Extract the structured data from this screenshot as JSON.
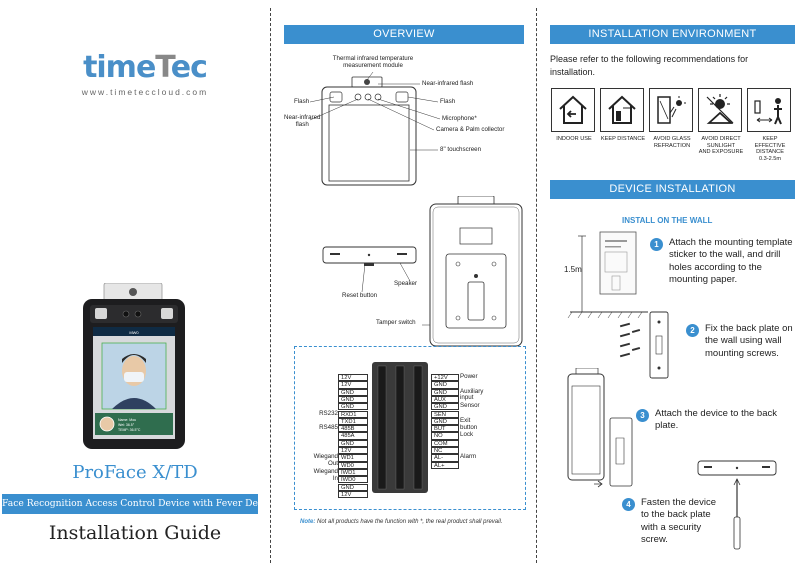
{
  "brand": {
    "logo_part1": "time",
    "logo_part2": "T",
    "logo_part3": "ec",
    "url": "www.timeteccloud.com"
  },
  "cover": {
    "product_name": "ProFace X/TD",
    "subtitle": "Face Recognition Access Control Device with Fever Detection",
    "guide_title": "Installation Guide",
    "screen_id": "MW0",
    "screen_name": "Name: Mou",
    "screen_temp": "Wei: 36.5°",
    "screen_time": "TEMP: 36.5°C"
  },
  "overview": {
    "header": "OVERVIEW",
    "labels": {
      "thermal": "Thermal infrared temperature\nmeasurement module",
      "nir_top": "Near-infrared flash",
      "flash_left": "Flash",
      "flash_right": "Flash",
      "nir_left": "Near-infrared\nflash",
      "microphone": "Microphone*",
      "camera": "Camera & Palm collector",
      "touchscreen": "8\" touchscreen",
      "speaker": "Speaker",
      "reset": "Reset button",
      "tamper": "Tamper switch"
    },
    "left_pins": [
      "12V",
      "12V",
      "GND",
      "GND",
      "GND",
      "RXD1",
      "TXD1",
      "485B",
      "485A",
      "GND",
      "12V",
      "WD1",
      "WD0",
      "IWD1",
      "IWD0",
      "GND",
      "12V"
    ],
    "left_groups": [
      {
        "label": "RS232",
        "row": 5
      },
      {
        "label": "RS485",
        "row": 7
      },
      {
        "label": "Wiegand\nOut",
        "row": 11
      },
      {
        "label": "Wiegand\nIn",
        "row": 13
      }
    ],
    "right_pins": [
      "+12V",
      "GND",
      "GND",
      "AUX",
      "GND",
      "SEN",
      "GND",
      "BUT",
      "NO",
      "COM",
      "NC",
      "AL-",
      "AL+"
    ],
    "right_groups": [
      {
        "label": "Power",
        "row": 0
      },
      {
        "label": "Auxiliary\ninput",
        "row": 2
      },
      {
        "label": "Sensor",
        "row": 4
      },
      {
        "label": "Exit\nbutton",
        "row": 6
      },
      {
        "label": "Lock",
        "row": 8
      },
      {
        "label": "Alarm",
        "row": 11
      }
    ],
    "note_label": "Note:",
    "note_text": "Not all products have the function with *, the real product shall prevail."
  },
  "environment": {
    "header": "INSTALLATION ENVIRONMENT",
    "intro": "Please refer to the following recommendations for installation.",
    "items": [
      {
        "icon": "indoor-use-icon",
        "caption": "INDOOR USE"
      },
      {
        "icon": "keep-distance-icon",
        "caption": "KEEP DISTANCE"
      },
      {
        "icon": "avoid-glass-icon",
        "caption": "AVOID GLASS\nREFRACTION"
      },
      {
        "icon": "avoid-sunlight-icon",
        "caption": "AVOID DIRECT\nSUNLIGHT\nAND EXPOSURE"
      },
      {
        "icon": "effective-distance-icon",
        "caption": "KEEP EFFECTIVE\nDISTANCE\n0.3-2.5m"
      }
    ]
  },
  "device_install": {
    "header": "DEVICE INSTALLATION",
    "subheader": "INSTALL ON THE WALL",
    "height_label": "1.5m",
    "steps": [
      {
        "num": "1",
        "text": "Attach the mounting template sticker to the wall, and drill holes according to the mounting paper."
      },
      {
        "num": "2",
        "text": "Fix the back plate on the wall using wall mounting screws."
      },
      {
        "num": "3",
        "text": "Attach the device to the back plate."
      },
      {
        "num": "4",
        "text": "Fasten the device to the back plate with a security screw."
      }
    ]
  },
  "colors": {
    "accent": "#3a8fcf",
    "logo_grey": "#888888"
  }
}
